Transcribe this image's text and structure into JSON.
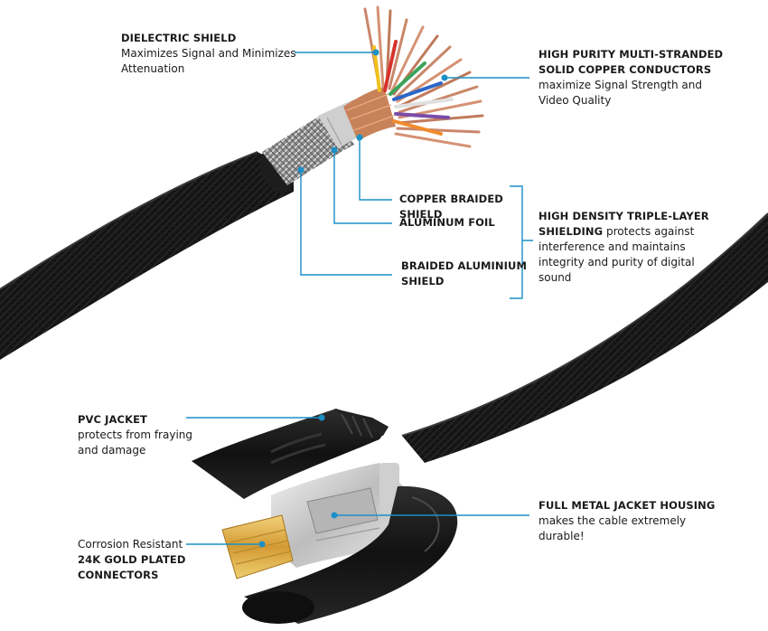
{
  "colors": {
    "leader": "#1b8fc6",
    "cable": "#151515",
    "braid": "#9a9a9a",
    "copper": "#c8825a",
    "gold": "#d9a441",
    "metal": "#d8d8d8"
  },
  "labels": {
    "dielectric": {
      "title": "DIELECTRIC SHIELD",
      "line1": "Maximizes Signal and Minimizes",
      "line2": "Attenuation"
    },
    "conductors": {
      "title1": "HIGH PURITY MULTI-STRANDED",
      "title2": "SOLID COPPER CONDUCTORS",
      "line1": "maximize Signal Strength and",
      "line2": "Video Quality"
    },
    "copper_braid": {
      "title": "COPPER BRAIDED SHIELD"
    },
    "aluminum_foil": {
      "title": "ALUMINUM FOIL"
    },
    "braided_aluminium": {
      "title1": "BRAIDED ALUMINIUM",
      "title2": "SHIELD"
    },
    "triple_layer": {
      "title1": "HIGH DENSITY TRIPLE-LAYER",
      "title2": "SHIELDING",
      "line1": " protects against",
      "line2": "interference and maintains",
      "line3": "integrity and purity of digital",
      "line4": "sound"
    },
    "pvc": {
      "title": "PVC JACKET",
      "line1": "protects from fraying",
      "line2": "and damage"
    },
    "gold": {
      "line1": "Corrosion Resistant",
      "title1": "24K GOLD PLATED",
      "title2": "CONNECTORS"
    },
    "metal_housing": {
      "title": "FULL METAL JACKET HOUSING",
      "line1": "makes the cable extremely",
      "line2": "durable!"
    }
  }
}
